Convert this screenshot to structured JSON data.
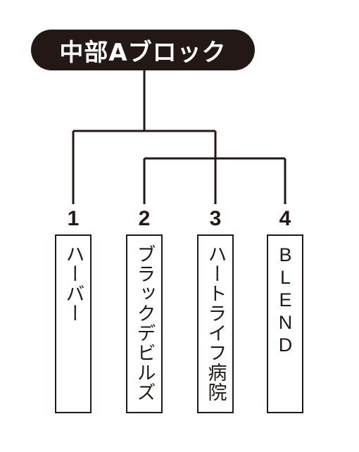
{
  "title": "中部Aブロック",
  "teams": [
    {
      "seed": "1",
      "name": "ハーバー"
    },
    {
      "seed": "2",
      "name": "ブラックデビルズ"
    },
    {
      "seed": "3",
      "name": "ハートライフ病院"
    },
    {
      "seed": "4",
      "name": "BLEND"
    }
  ],
  "colors": {
    "ink": "#231815",
    "background": "#ffffff"
  }
}
